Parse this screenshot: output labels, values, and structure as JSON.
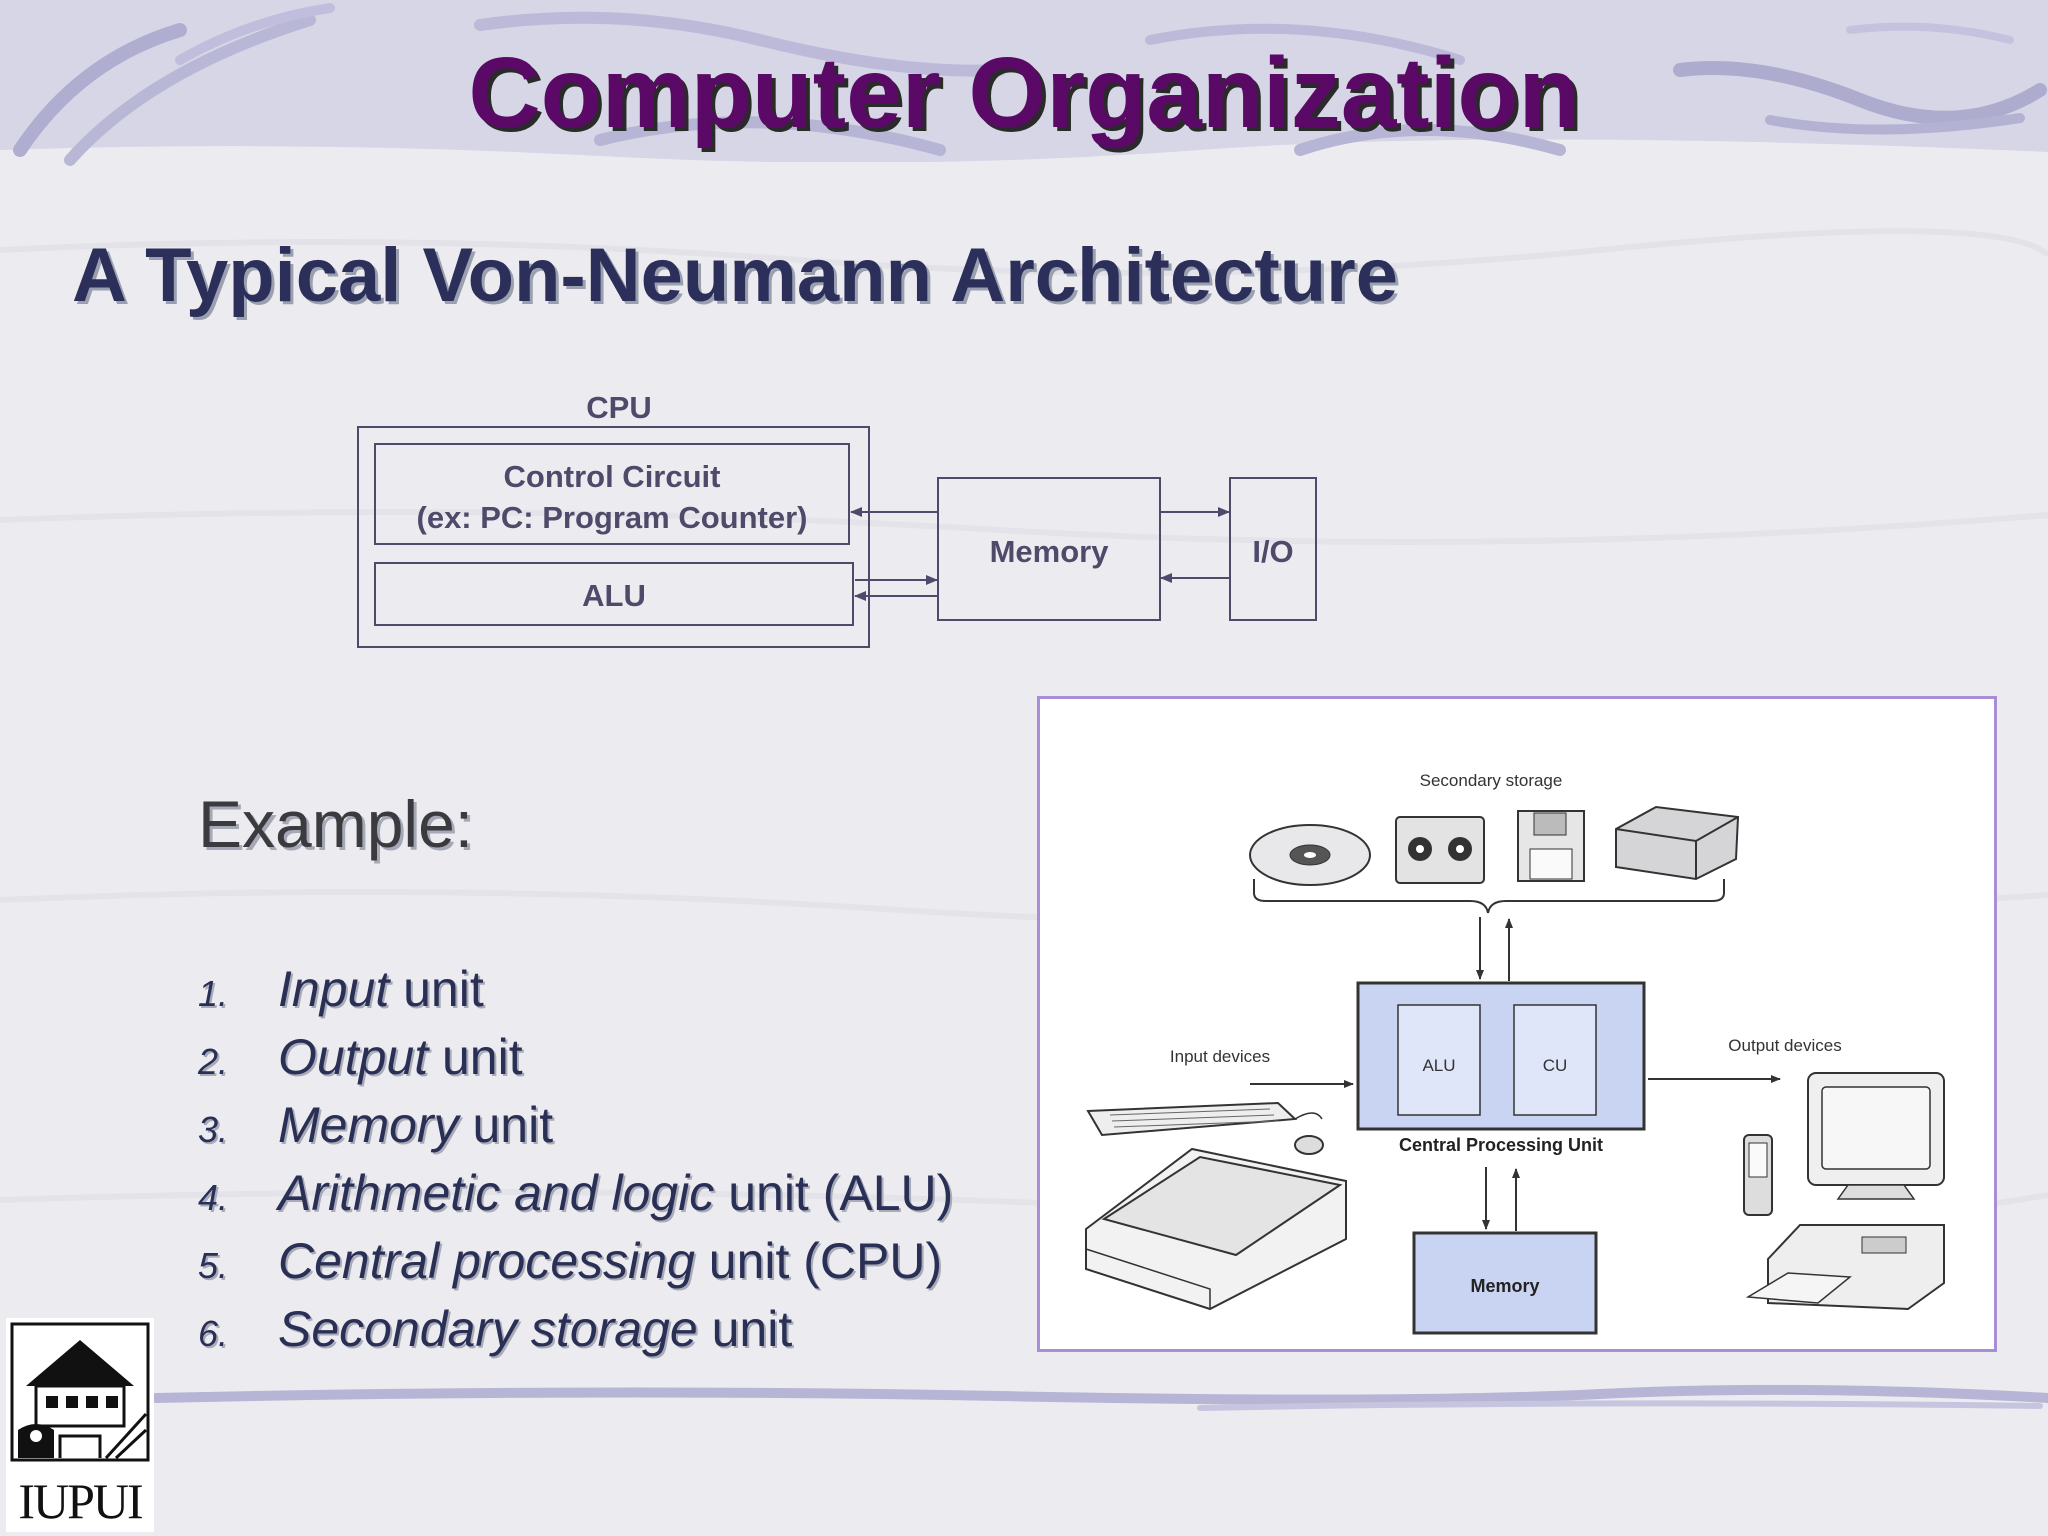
{
  "slide": {
    "title": "Computer Organization",
    "subtitle": "A Typical Von-Neumann Architecture"
  },
  "vn_diagram": {
    "cpu_label": "CPU",
    "control_line1": "Control Circuit",
    "control_line2": "(ex: PC: Program Counter)",
    "alu_label": "ALU",
    "memory_label": "Memory",
    "io_label": "I/O"
  },
  "example": {
    "heading": "Example:",
    "units": [
      {
        "num": "1.",
        "italic": "Input",
        "rest": " unit"
      },
      {
        "num": "2.",
        "italic": "Output",
        "rest": " unit"
      },
      {
        "num": "3.",
        "italic": "Memory",
        "rest": " unit"
      },
      {
        "num": "4.",
        "italic": "Arithmetic and logic",
        "rest": " unit (ALU)"
      },
      {
        "num": "5.",
        "italic": "Central processing",
        "rest": " unit (CPU)"
      },
      {
        "num": "6.",
        "italic": "Secondary storage",
        "rest": " unit"
      }
    ]
  },
  "figure": {
    "secondary_storage": "Secondary storage",
    "input_devices": "Input devices",
    "output_devices": "Output devices",
    "alu": "ALU",
    "cu": "CU",
    "cpu": "Central Processing Unit",
    "memory": "Memory"
  },
  "logo": {
    "text": "IUPUI"
  },
  "colors": {
    "title": "#5a0a66",
    "text": "#2b2f5a",
    "diagram_line": "#4f4a6a",
    "cpu_fill": "#c9d4f2",
    "frame": "#a78ed6"
  }
}
